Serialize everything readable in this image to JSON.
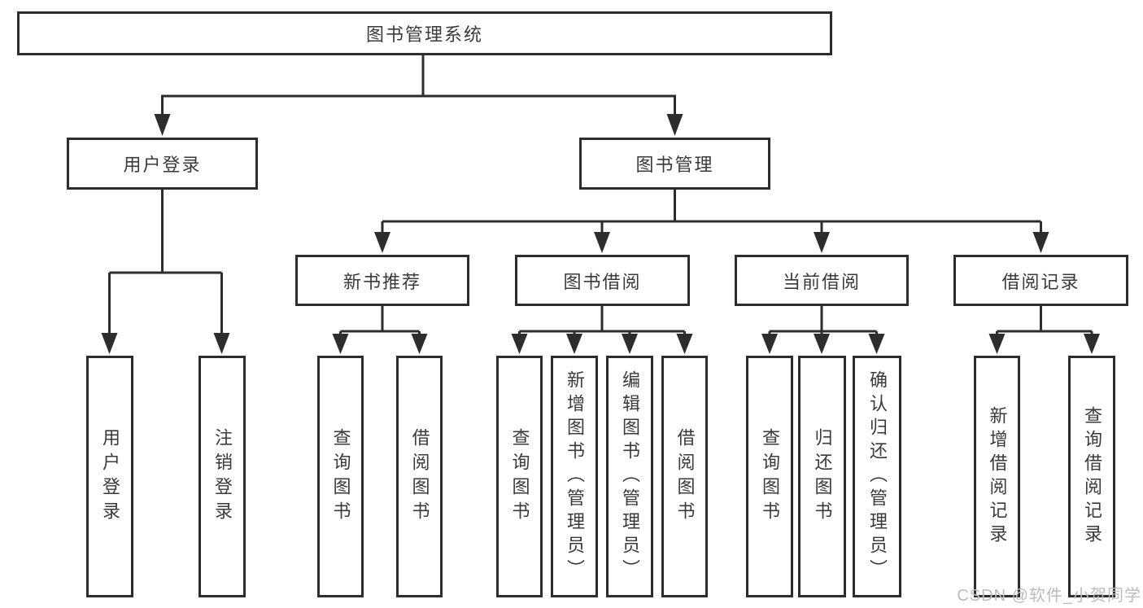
{
  "tree": {
    "root": "图书管理系统",
    "branches": [
      {
        "label": "用户登录",
        "children": [
          "用户登录",
          "注销登录"
        ]
      },
      {
        "label": "图书管理",
        "children": [
          {
            "label": "新书推荐",
            "children": [
              "查询图书",
              "借阅图书"
            ]
          },
          {
            "label": "图书借阅",
            "children": [
              "查询图书",
              "新增图书（管理员）",
              "编辑图书（管理员）",
              "借阅图书"
            ]
          },
          {
            "label": "当前借阅",
            "children": [
              "查询图书",
              "归还图书",
              "确认归还（管理员）"
            ]
          },
          {
            "label": "借阅记录",
            "children": [
              "新增借阅记录",
              "查询借阅记录"
            ]
          }
        ]
      }
    ]
  },
  "watermark": "CSDN @软件_小贺同学",
  "colors": {
    "line": "#2d2d2d",
    "text": "#3a3a3a",
    "watermark": "#bcbcbc",
    "background": "#ffffff"
  }
}
